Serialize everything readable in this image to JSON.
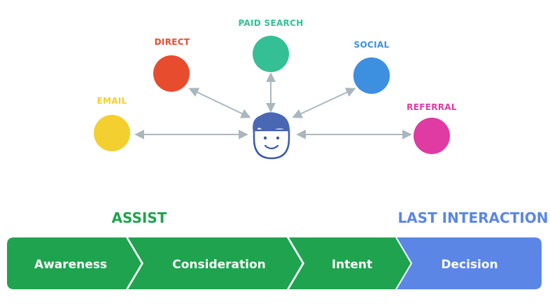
{
  "channels": {
    "email": {
      "label": "EMAIL",
      "color": "#f3cf2f"
    },
    "direct": {
      "label": "DIRECT",
      "color": "#e84c2f"
    },
    "paid_search": {
      "label": "PAID SEARCH",
      "color": "#35bf95"
    },
    "social": {
      "label": "SOCIAL",
      "color": "#3d8fe0"
    },
    "referral": {
      "label": "REFERRAL",
      "color": "#e03aa3"
    }
  },
  "colors": {
    "arrow": "#a9b7bf",
    "face_hair": "#4a67b4",
    "face_outline": "#3a5aa8",
    "assist": "#1fa34f",
    "last_interaction": "#5b86e6"
  },
  "sections": {
    "assist": "ASSIST",
    "last_interaction": "LAST INTERACTION"
  },
  "stages": [
    "Awareness",
    "Consideration",
    "Intent",
    "Decision"
  ]
}
